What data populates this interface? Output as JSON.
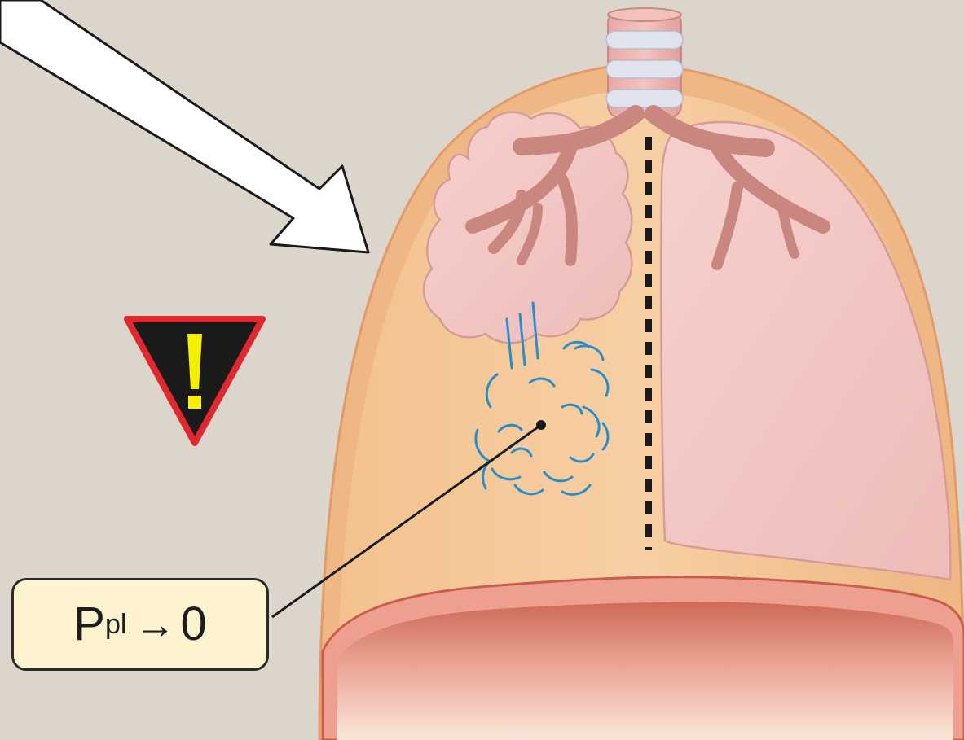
{
  "annotation": {
    "main": "P",
    "subscript": "pl",
    "arrow": "→",
    "value": "0"
  },
  "icons": {
    "warning": "warning-triangle-icon",
    "pointer": "large-arrow-icon"
  },
  "colors": {
    "background": "#dcd5cb",
    "chest_wall": "#efb885",
    "pleural_space": "#f7cda0",
    "lung": "#f0bfbf",
    "bronchi": "#c98a84",
    "diaphragm": "#d2705e",
    "air_leak": "#2a8fc8",
    "warning_fill": "#1a1a1a",
    "warning_border": "#e0282e",
    "warning_mark": "#f4f000",
    "label_fill": "#fdf3cf"
  }
}
